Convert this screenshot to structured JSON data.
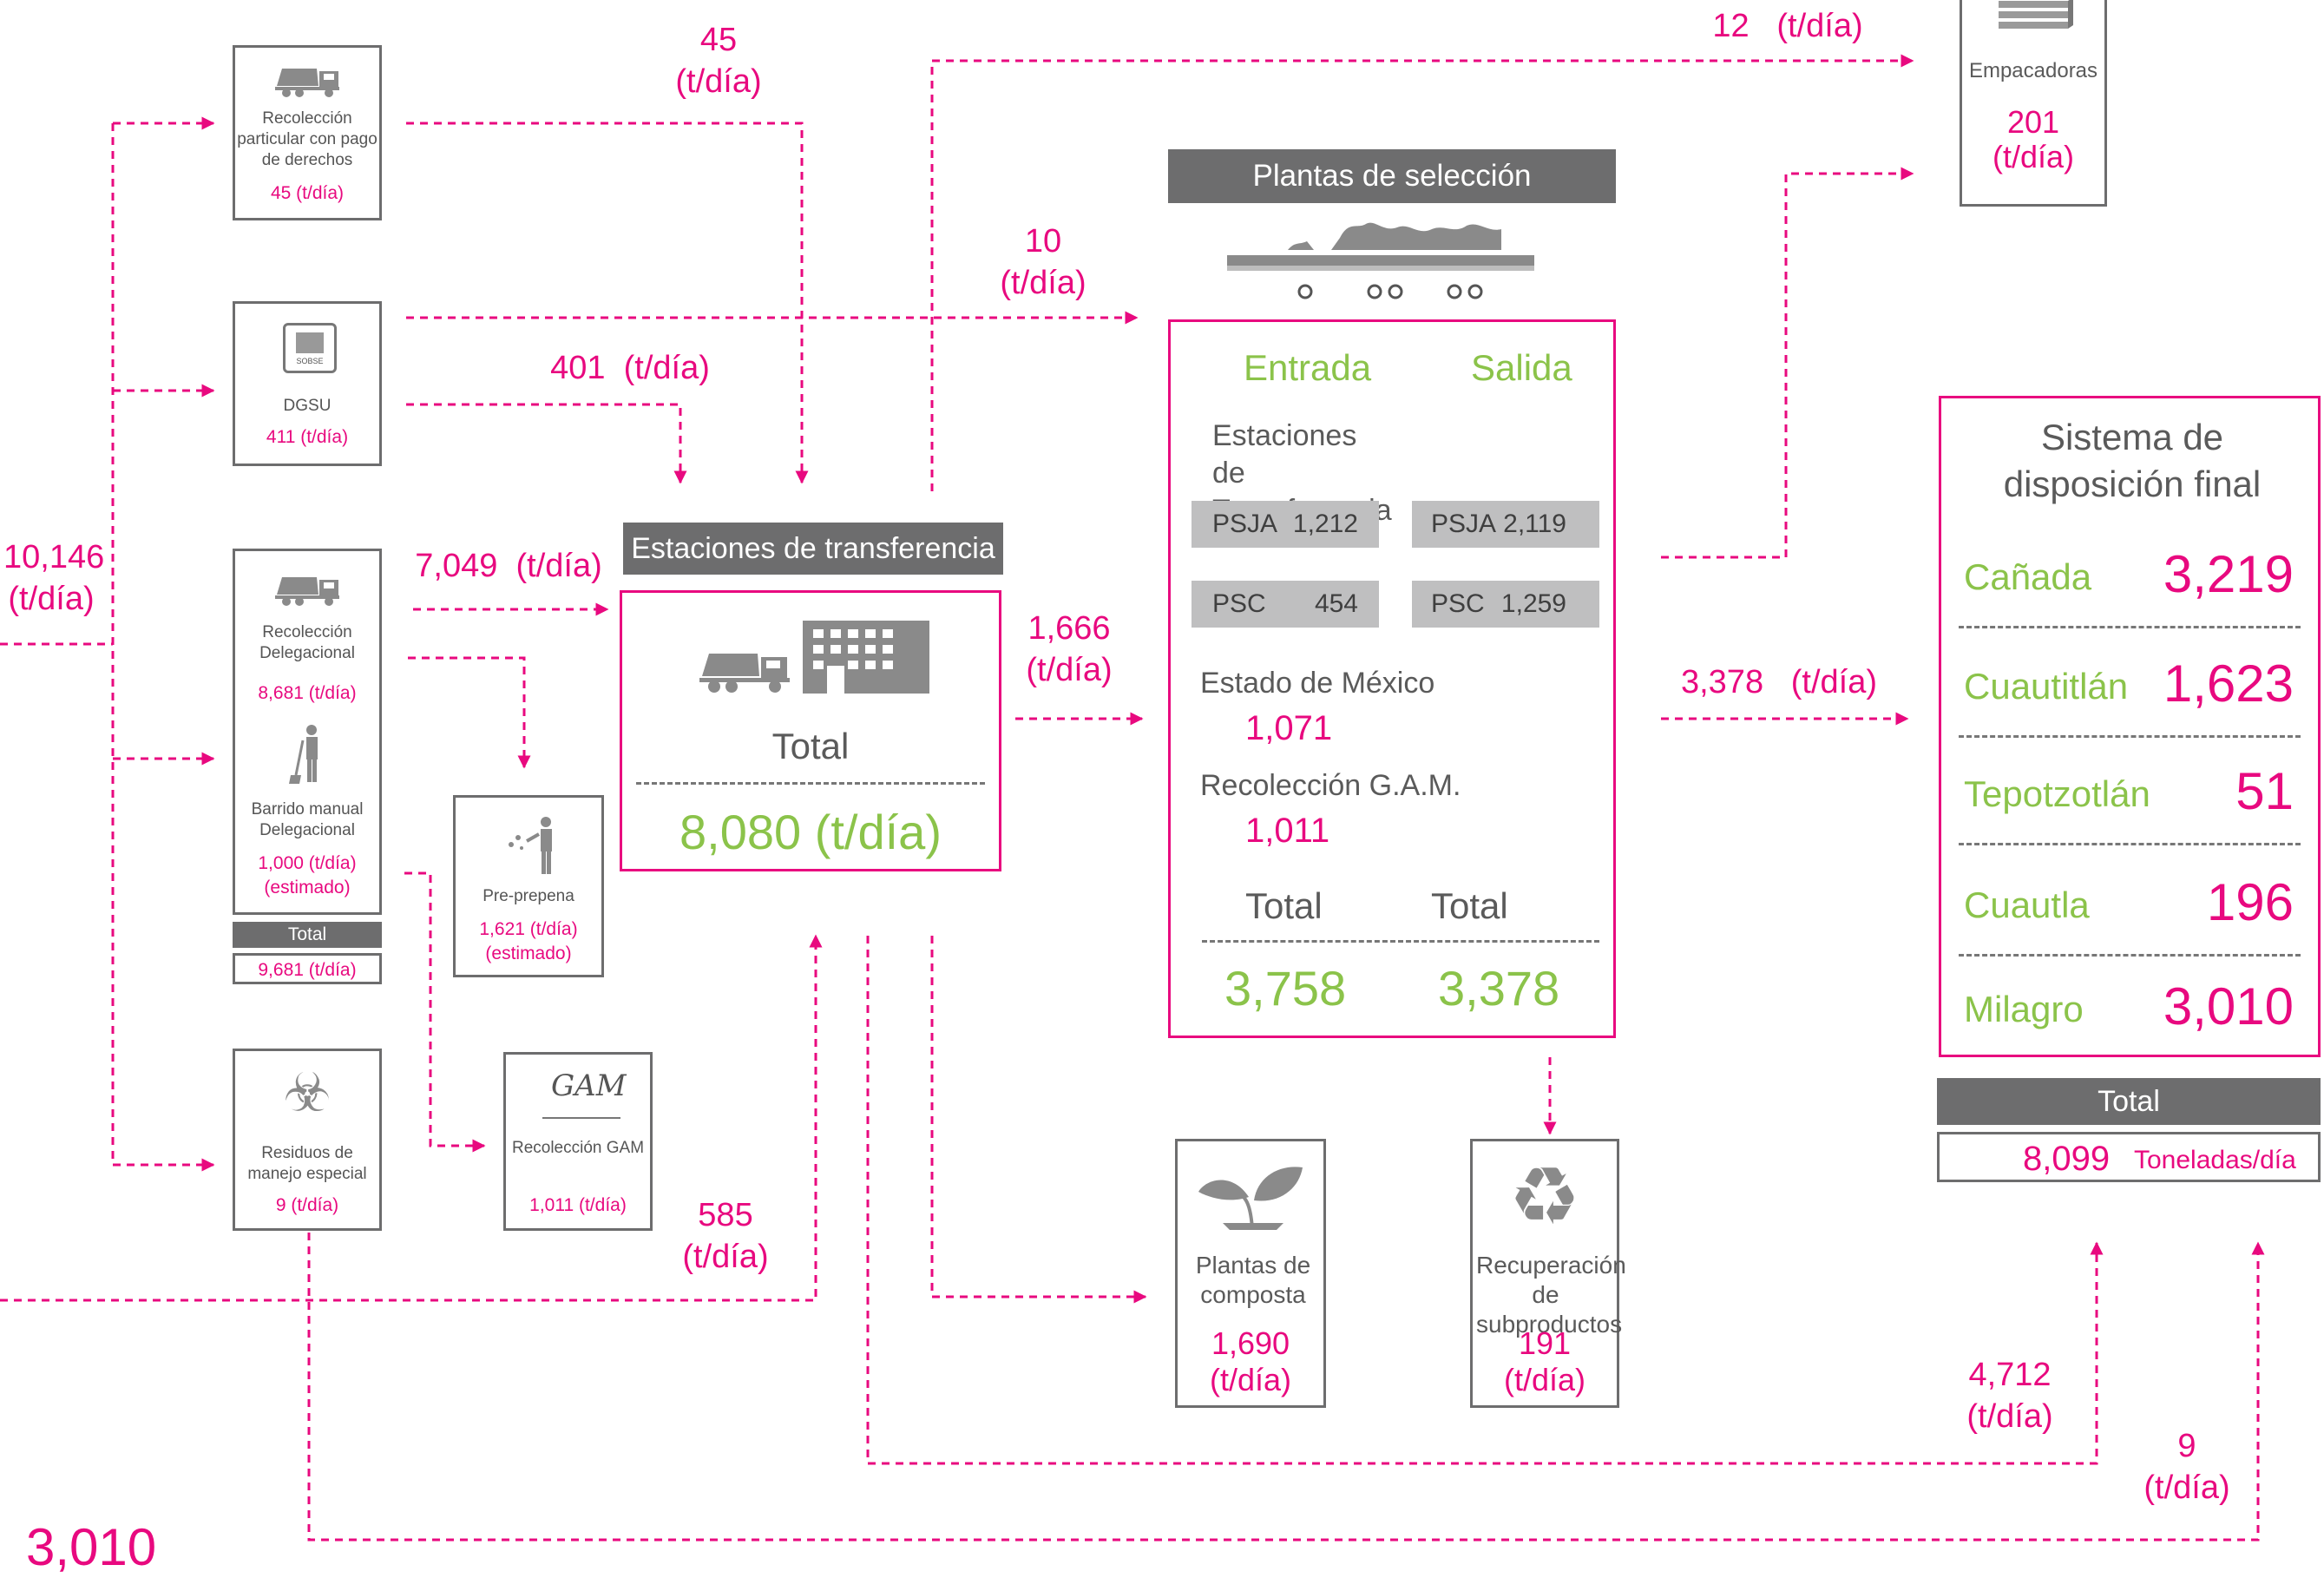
{
  "sources": {
    "particular": {
      "label": "Recolección particular con pago de derechos",
      "value": "45 (t/día)"
    },
    "dgsu": {
      "label": "DGSU",
      "value": "411 (t/día)",
      "logo_text": "SOBSE"
    },
    "delegacional": {
      "label": "Recolección Delegacional",
      "value": "8,681 (t/día)"
    },
    "barrido": {
      "label": "Barrido manual Delegacional",
      "value": "1,000 (t/día)",
      "note": "(estimado)"
    },
    "total": {
      "label": "Total",
      "value": "9,681 (t/día)"
    },
    "residuos": {
      "label": "Residuos de manejo especial",
      "value": "9 (t/día)"
    },
    "preprepena": {
      "label": "Pre-prepena",
      "value": "1,621 (t/día)",
      "note": "(estimado)"
    },
    "gam": {
      "label": "Recolección GAM",
      "value": "1,011 (t/día)",
      "logo_text": "GAM"
    }
  },
  "flows": {
    "input_total": {
      "value": "10,146",
      "unit": "(t/día)"
    },
    "f45": {
      "value": "45",
      "unit": "(t/día)"
    },
    "f10": {
      "value": "10",
      "unit": "(t/día)"
    },
    "f12": {
      "value": "12",
      "unit": "(t/día)"
    },
    "f401": {
      "value": "401",
      "unit": "(t/día)"
    },
    "f7049": {
      "value": "7,049",
      "unit": "(t/día)"
    },
    "f1666": {
      "value": "1,666",
      "unit": "(t/día)"
    },
    "f3378": {
      "value": "3,378",
      "unit": "(t/día)"
    },
    "f585": {
      "value": "585",
      "unit": "(t/día)"
    },
    "f4712": {
      "value": "4,712",
      "unit": "(t/día)"
    },
    "f9": {
      "value": "9",
      "unit": "(t/día)"
    },
    "f3010": {
      "value": "3,010"
    }
  },
  "transfer": {
    "title": "Estaciones de transferencia",
    "total_label": "Total",
    "total_value": "8,080 (t/día)"
  },
  "plants": {
    "title": "Plantas de selección",
    "entrada": "Entrada",
    "salida": "Salida",
    "estaciones_label": "Estaciones de Transferencia",
    "psja_in": {
      "name": "PSJA",
      "value": "1,212"
    },
    "psc_in": {
      "name": "PSC",
      "value": "454"
    },
    "psja_out": {
      "name": "PSJA",
      "value": "2,119"
    },
    "psc_out": {
      "name": "PSC",
      "value": "1,259"
    },
    "edomex_label": "Estado de México",
    "edomex_value": "1,071",
    "gam_label": "Recolección G.A.M.",
    "gam_value": "1,011",
    "total_label_in": "Total",
    "total_label_out": "Total",
    "total_in": "3,758",
    "total_out": "3,378"
  },
  "empacadoras": {
    "label": "Empacadoras",
    "value": "201",
    "unit": "(t/día)"
  },
  "composta": {
    "label": "Plantas de composta",
    "value": "1,690",
    "unit": "(t/día)"
  },
  "recuperacion": {
    "label": "Recuperación de subproductos",
    "value": "191",
    "unit": "(t/día)"
  },
  "disposicion": {
    "title": "Sistema de disposición final",
    "sites": [
      {
        "name": "Cañada",
        "value": "3,219"
      },
      {
        "name": "Cuautitlán",
        "value": "1,623"
      },
      {
        "name": "Tepotzotlán",
        "value": "51"
      },
      {
        "name": "Cuautla",
        "value": "196"
      },
      {
        "name": "Milagro",
        "value": "3,010"
      }
    ],
    "total_label": "Total",
    "total_value": "8,099",
    "total_unit": "Toneladas/día"
  },
  "colors": {
    "accent": "#e8097f",
    "green": "#8bc34a",
    "grey": "#6d6d6e",
    "cell": "#bfbfc0"
  }
}
